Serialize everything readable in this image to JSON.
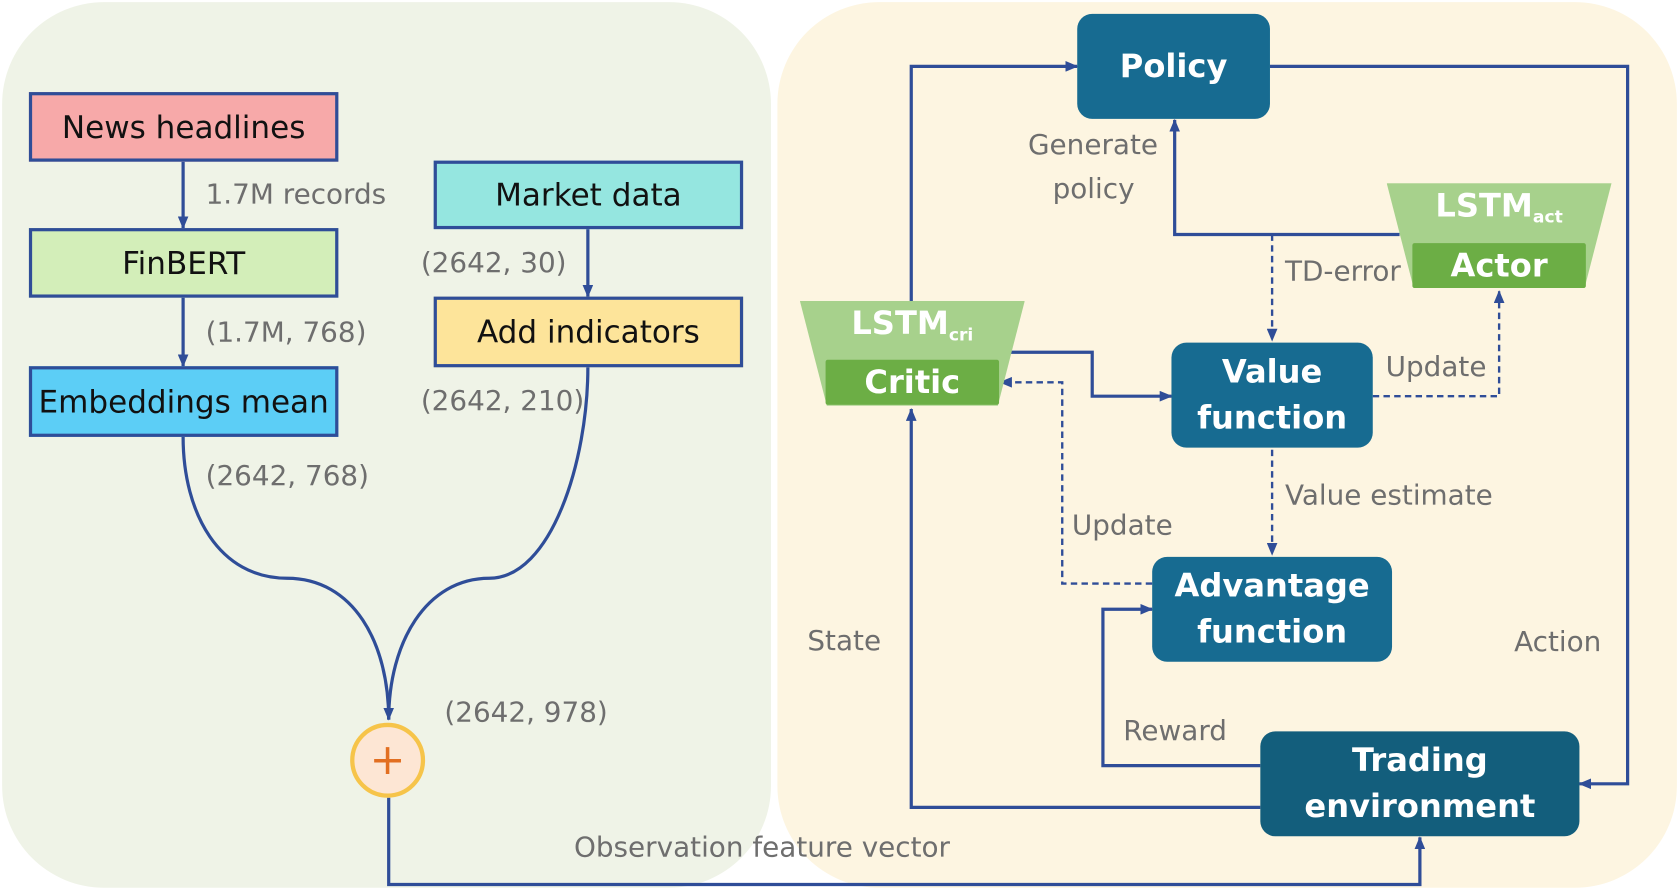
{
  "colors": {
    "left_panel_bg": "#eff3e7",
    "right_panel_bg": "#fdf5e1",
    "line": "#2f4d98",
    "news_fill": "#f7a9a9",
    "finbert_fill": "#d3eeb9",
    "embeddings_fill": "#5ccef6",
    "market_fill": "#95e6e0",
    "indicators_fill": "#fde49a",
    "policy_fill": "#176b91",
    "env_fill": "#135e7c",
    "lstm_light": "#a7d18c",
    "lstm_dark": "#6cae45"
  },
  "nodes": {
    "news": "News headlines",
    "finbert": "FinBERT",
    "embeddings": "Embeddings mean",
    "market": "Market data",
    "indicators": "Add indicators",
    "policy": "Policy",
    "value_line1": "Value",
    "value_line2": "function",
    "advantage_line1": "Advantage",
    "advantage_line2": "function",
    "env_line1": "Trading",
    "env_line2": "environment",
    "lstm_cri_base": "LSTM",
    "lstm_cri_sub": "cri",
    "critic": "Critic",
    "lstm_act_base": "LSTM",
    "lstm_act_sub": "act",
    "actor": "Actor",
    "plus": "+"
  },
  "labels": {
    "records": "1.7M records",
    "finbert_out": "(1.7M, 768)",
    "embeddings_out": "(2642, 768)",
    "market_out": "(2642, 30)",
    "indicators_out": "(2642, 210)",
    "concat_out": "(2642, 978)",
    "observation": "Observation feature vector",
    "generate_line1": "Generate",
    "generate_line2": "policy",
    "td_error": "TD-error",
    "update_actor": "Update",
    "value_estimate": "Value estimate",
    "update_critic": "Update",
    "state": "State",
    "action": "Action",
    "reward": "Reward"
  }
}
